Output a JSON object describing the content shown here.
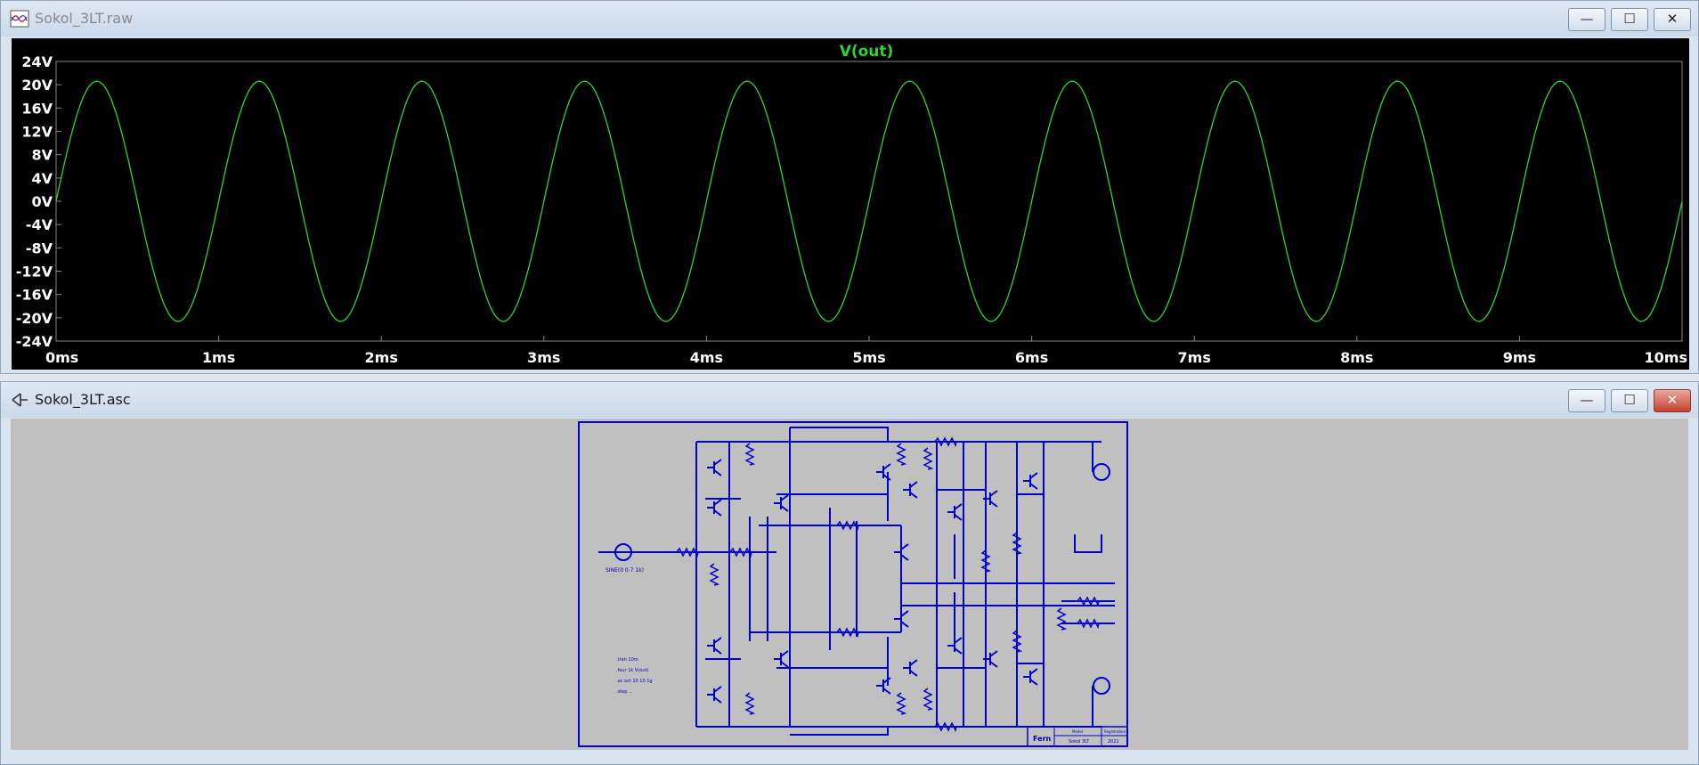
{
  "plot_window": {
    "title": "Sokol_3LT.raw",
    "minimize_glyph": "—",
    "maximize_glyph": "☐",
    "close_glyph": "✕"
  },
  "schematic_window": {
    "title": "Sokol_3LT.asc",
    "minimize_glyph": "—",
    "maximize_glyph": "☐",
    "close_glyph": "✕"
  },
  "colors": {
    "trace": "#2bd62b",
    "axis_text": "#ffffff",
    "schematic_wire": "#0000cc",
    "schematic_bg": "#c0c0c0"
  },
  "chart_data": {
    "type": "line",
    "title": "V(out)",
    "series": [
      {
        "name": "V(out)",
        "frequency_hz": 1000,
        "amplitude_v": 20.6,
        "offset_v": 0
      }
    ],
    "x_range_ms": [
      0,
      10
    ],
    "ylim": [
      -24,
      24
    ],
    "yticks": [
      "24V",
      "20V",
      "16V",
      "12V",
      "8V",
      "4V",
      "0V",
      "-4V",
      "-8V",
      "-12V",
      "-16V",
      "-20V",
      "-24V"
    ],
    "xticks": [
      "0ms",
      "1ms",
      "2ms",
      "3ms",
      "4ms",
      "5ms",
      "6ms",
      "7ms",
      "8ms",
      "9ms",
      "10ms"
    ],
    "grid": false
  },
  "schematic": {
    "directives": [
      ".tran 10m",
      ".four 1k V(out)",
      ".ac oct 10 10 1g",
      ".step ..."
    ],
    "source_label": "SINE(0 0.7 1k)",
    "title_block": {
      "logo": "Fern",
      "model_label": "Model",
      "model": "Sokol 3LT",
      "rev_label": "Registration",
      "rev": "2021"
    }
  }
}
